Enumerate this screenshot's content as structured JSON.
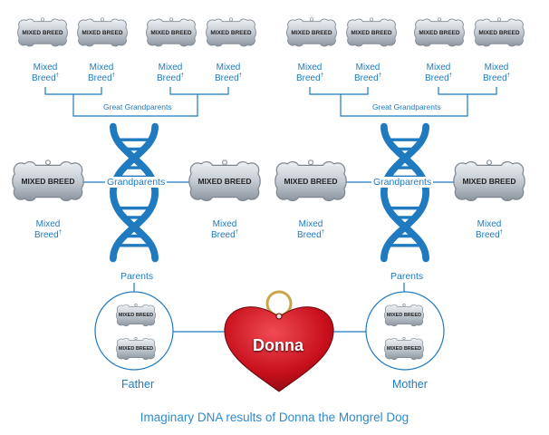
{
  "colors": {
    "accent": "#1f7ac0",
    "heart": "#d01b2a",
    "tag": "#c9cfd6",
    "ring": "#c9a64a"
  },
  "tag_text": "MIXED BREED",
  "breed_label": "Mixed",
  "breed_label_line2": "Breed",
  "breed_note_mark": "†",
  "levels": {
    "great_grandparents": "Great Grandparents",
    "grandparents": "Grandparents",
    "parents": "Parents"
  },
  "father_label": "Father",
  "mother_label": "Mother",
  "dog_name": "Donna",
  "caption": "Imaginary DNA results of Donna the Mongrel Dog",
  "icons": [
    "dog-bone-tag-icon",
    "dna-helix-icon",
    "heart-tag-icon"
  ]
}
